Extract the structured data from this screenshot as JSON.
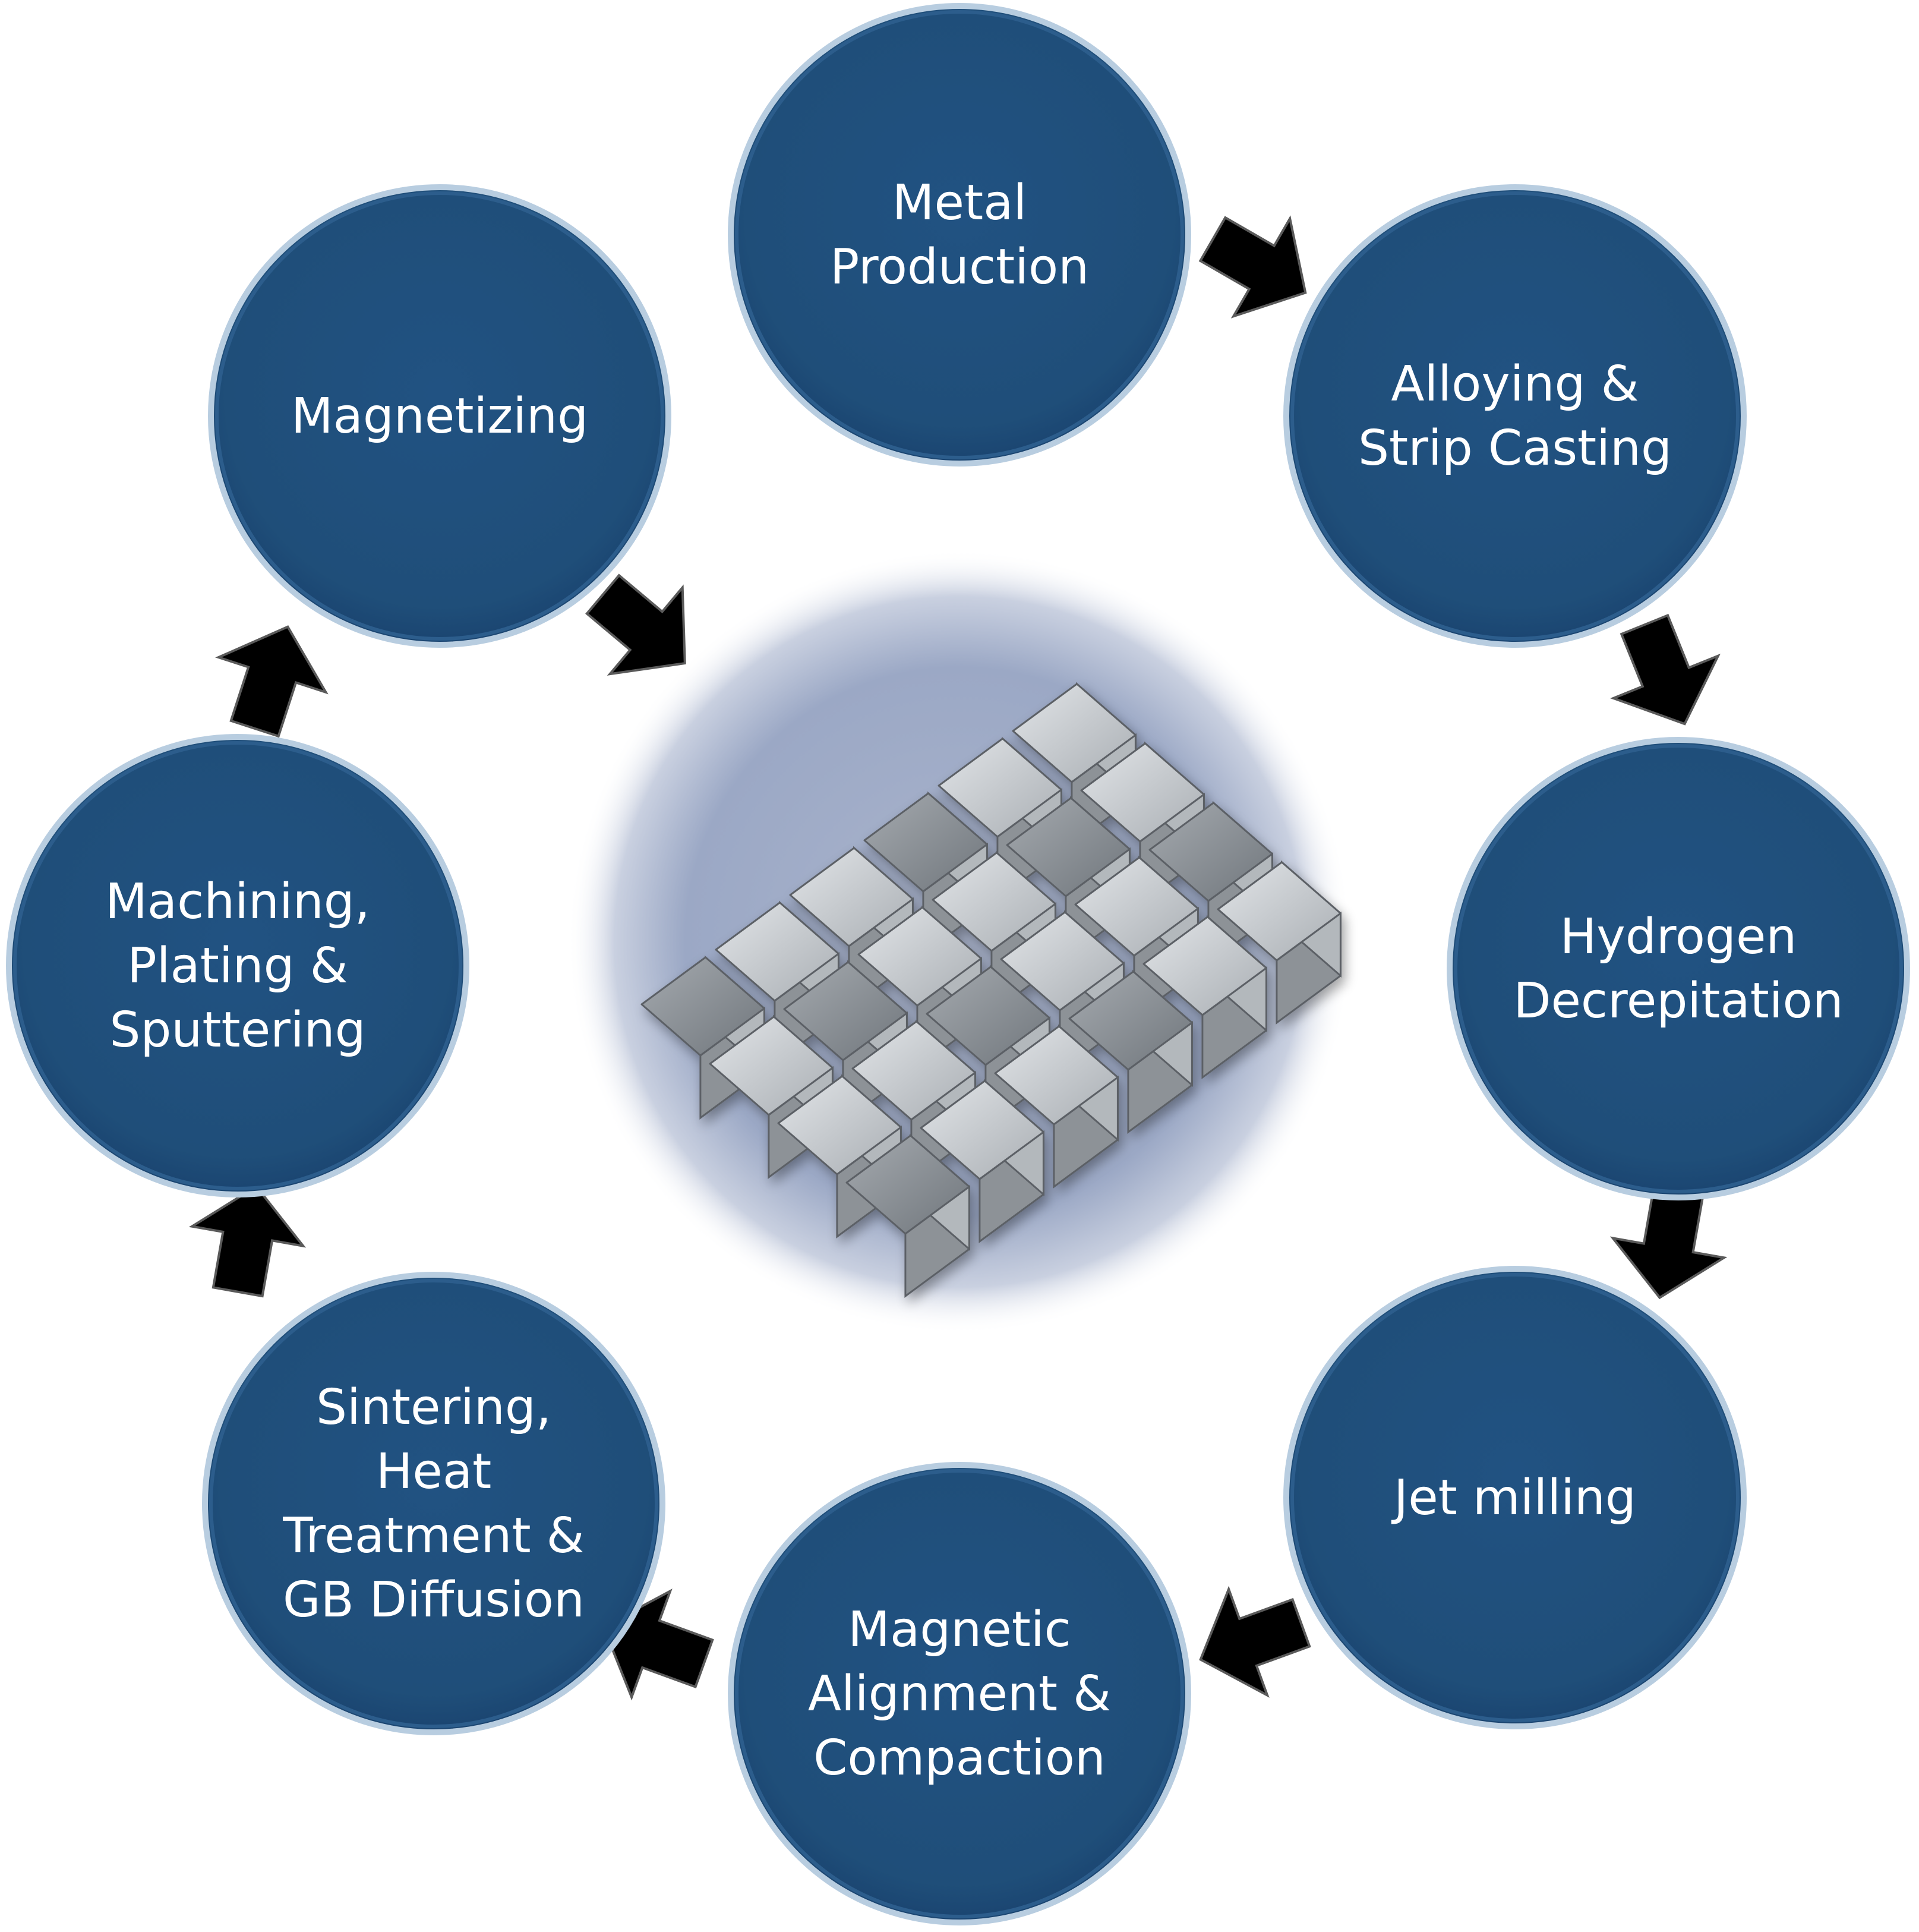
{
  "diagram": {
    "stages": [
      {
        "id": "metal-production",
        "lines": [
          "Metal",
          "Production"
        ]
      },
      {
        "id": "alloying-strip-casting",
        "lines": [
          "Alloying &",
          "Strip Casting"
        ]
      },
      {
        "id": "hydrogen-decrepitation",
        "lines": [
          "Hydrogen",
          "Decrepitation"
        ]
      },
      {
        "id": "jet-milling",
        "lines": [
          "Jet milling"
        ]
      },
      {
        "id": "magnetic-alignment-compaction",
        "lines": [
          "Magnetic",
          "Alignment &",
          "Compaction"
        ]
      },
      {
        "id": "sintering-heat-treatment",
        "lines": [
          "Sintering,",
          "Heat",
          "Treatment &",
          "GB Diffusion"
        ]
      },
      {
        "id": "machining-plating-sputtering",
        "lines": [
          "Machining,",
          "Plating &",
          "Sputtering"
        ]
      },
      {
        "id": "magnetizing",
        "lines": [
          "Magnetizing"
        ]
      }
    ],
    "colors": {
      "circle_fill": "#1f4e79",
      "circle_edge": "#b8cde0",
      "label": "#ffffff",
      "arrow": "#000000",
      "photo_bg": "#9aa7c4",
      "magnet_light": "#d4d8dc",
      "magnet_dark": "#6d7379"
    },
    "center_image": {
      "icon": "neodymium-magnet-cubes-photo",
      "grid": [
        6,
        4
      ]
    }
  }
}
